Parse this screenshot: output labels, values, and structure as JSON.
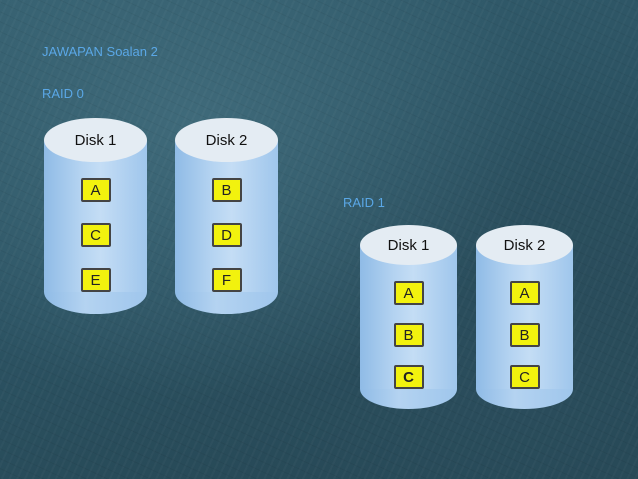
{
  "title": "JAWAPAN Soalan 2",
  "raid0": {
    "label": "RAID 0",
    "disks": [
      {
        "name": "Disk 1",
        "blocks": [
          "A",
          "C",
          "E"
        ]
      },
      {
        "name": "Disk 2",
        "blocks": [
          "B",
          "D",
          "F"
        ]
      }
    ]
  },
  "raid1": {
    "label": "RAID 1",
    "disks": [
      {
        "name": "Disk 1",
        "blocks": [
          "A",
          "B",
          "C"
        ]
      },
      {
        "name": "Disk 2",
        "blocks": [
          "A",
          "B",
          "C"
        ]
      }
    ]
  },
  "colors": {
    "label_text": "#5aa7e6",
    "block_fill": "#f2f20e",
    "disk_body": "#b4d3f1",
    "disk_top": "#e4ecf3",
    "background": "#2c5363"
  }
}
